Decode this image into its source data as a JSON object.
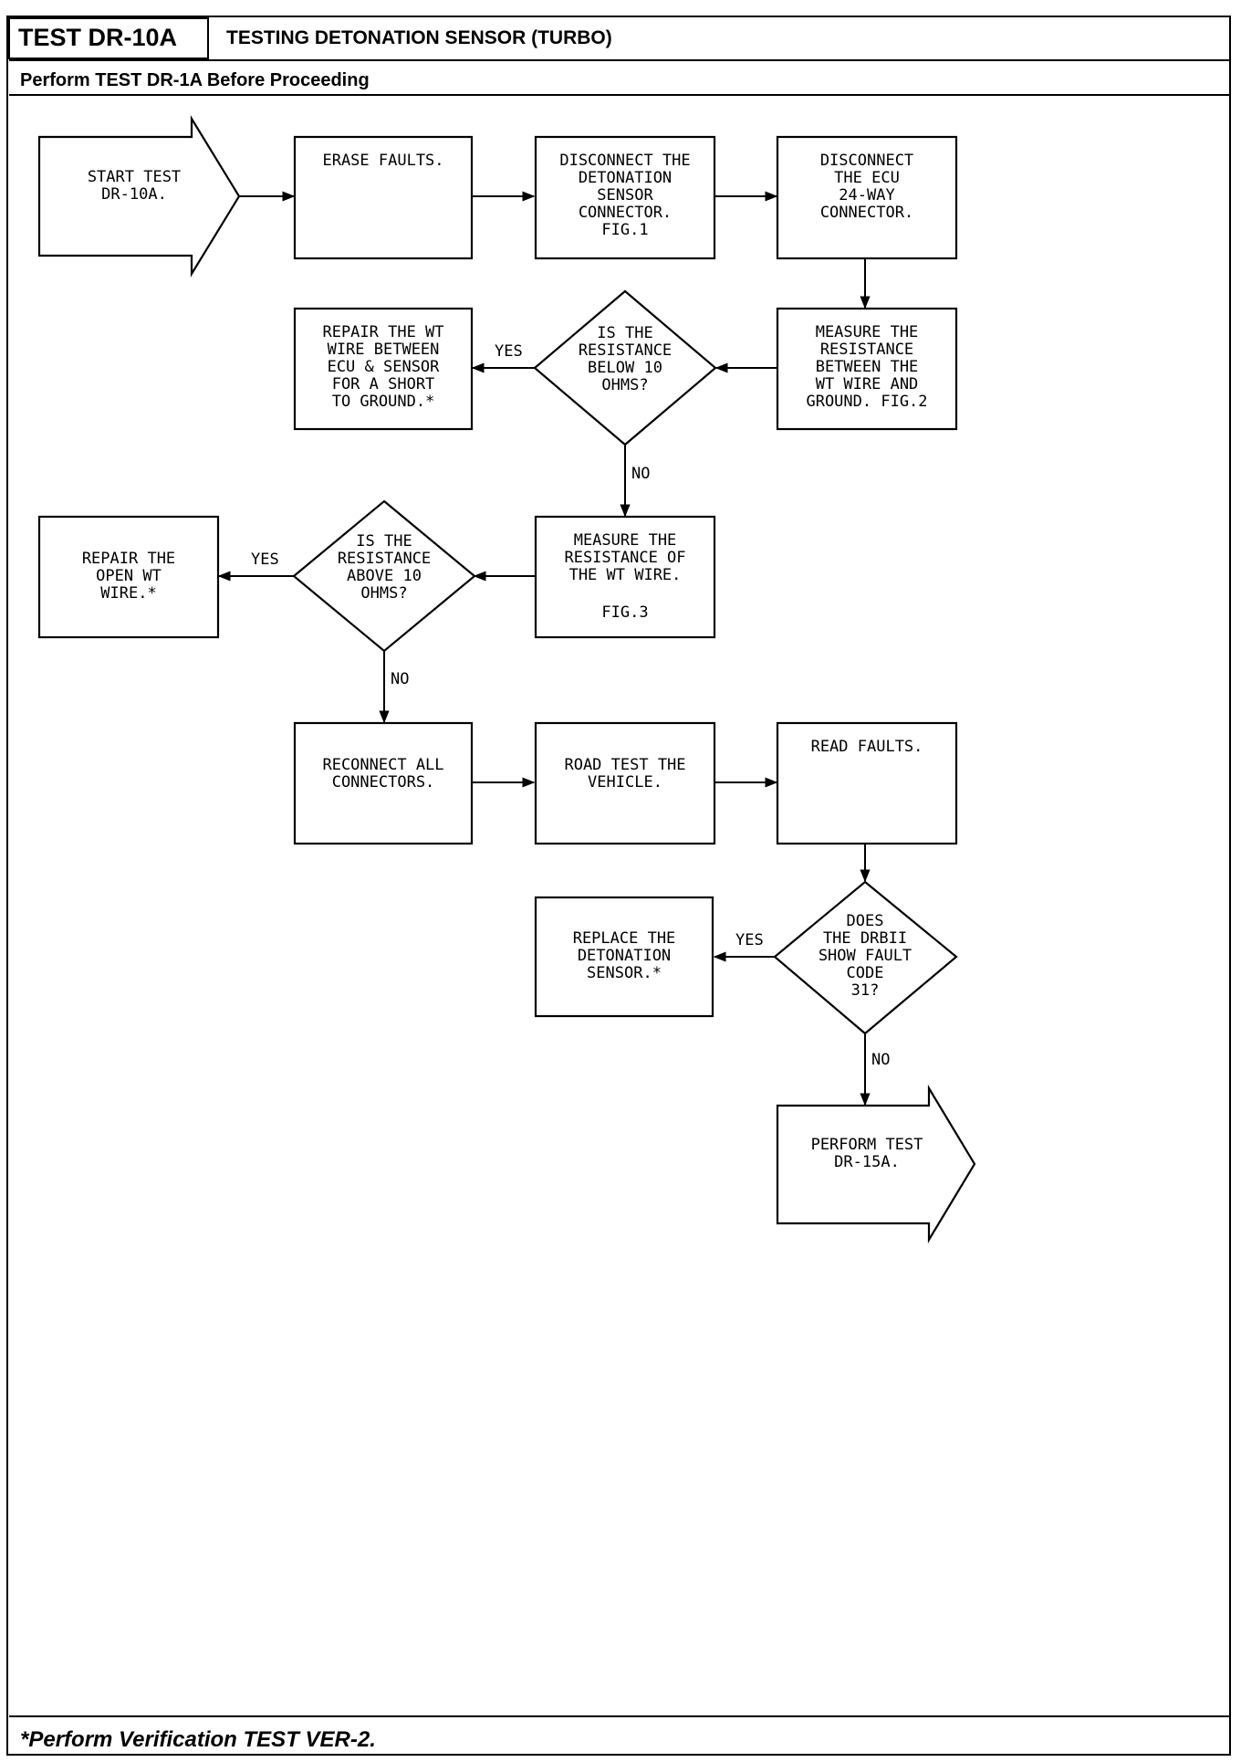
{
  "header": {
    "test_id": "TEST DR-10A",
    "title": "TESTING DETONATION SENSOR (TURBO)",
    "prerequisite": "Perform TEST DR-1A Before Proceeding"
  },
  "footer": {
    "note": "*Perform Verification TEST VER-2."
  },
  "nodes": [
    {
      "id": "start",
      "shape": "arrow",
      "lines": [
        "START TEST",
        "DR-10A."
      ]
    },
    {
      "id": "erase",
      "shape": "box",
      "lines": [
        "ERASE FAULTS."
      ]
    },
    {
      "id": "disc-sensor",
      "shape": "box",
      "lines": [
        "DISCONNECT THE",
        "DETONATION",
        "SENSOR",
        "CONNECTOR.",
        "FIG.1"
      ]
    },
    {
      "id": "disc-ecu",
      "shape": "box",
      "lines": [
        "DISCONNECT",
        "THE ECU",
        "24-WAY",
        "CONNECTOR."
      ]
    },
    {
      "id": "measure-ground",
      "shape": "box",
      "lines": [
        "MEASURE THE",
        "RESISTANCE",
        "BETWEEN THE",
        "WT WIRE AND",
        "GROUND. FIG.2"
      ]
    },
    {
      "id": "q-below",
      "shape": "diamond",
      "lines": [
        "IS THE",
        "RESISTANCE",
        "BELOW 10",
        "OHMS?"
      ]
    },
    {
      "id": "repair-short",
      "shape": "box",
      "lines": [
        "REPAIR THE WT",
        "WIRE BETWEEN",
        "ECU & SENSOR",
        "FOR A SHORT",
        "TO GROUND.*"
      ]
    },
    {
      "id": "measure-wire",
      "shape": "box",
      "lines": [
        "MEASURE THE",
        "RESISTANCE OF",
        "THE WT WIRE."
      ],
      "extra": "FIG.3"
    },
    {
      "id": "q-above",
      "shape": "diamond",
      "lines": [
        "IS THE",
        "RESISTANCE",
        "ABOVE 10",
        "OHMS?"
      ]
    },
    {
      "id": "repair-open",
      "shape": "box",
      "lines": [
        "REPAIR THE",
        "OPEN WT",
        "WIRE.*"
      ]
    },
    {
      "id": "reconnect",
      "shape": "box",
      "lines": [
        "RECONNECT ALL",
        "CONNECTORS."
      ]
    },
    {
      "id": "road-test",
      "shape": "box",
      "lines": [
        "ROAD TEST THE",
        "VEHICLE."
      ]
    },
    {
      "id": "read-faults",
      "shape": "box",
      "lines": [
        "READ FAULTS."
      ]
    },
    {
      "id": "q-code",
      "shape": "diamond",
      "lines": [
        "DOES",
        "THE DRBII",
        "SHOW FAULT",
        "CODE",
        "31?"
      ]
    },
    {
      "id": "replace-sensor",
      "shape": "box",
      "lines": [
        "REPLACE THE",
        "DETONATION",
        "SENSOR.*"
      ]
    },
    {
      "id": "perform-15a",
      "shape": "arrow",
      "lines": [
        "PERFORM TEST",
        "DR-15A."
      ]
    }
  ],
  "edge_labels": {
    "q_below_yes": "YES",
    "q_below_no": "NO",
    "q_above_yes": "YES",
    "q_above_no": "NO",
    "q_code_yes": "YES",
    "q_code_no": "NO"
  },
  "colors": {
    "ink": "#000000",
    "paper": "#ffffff"
  }
}
